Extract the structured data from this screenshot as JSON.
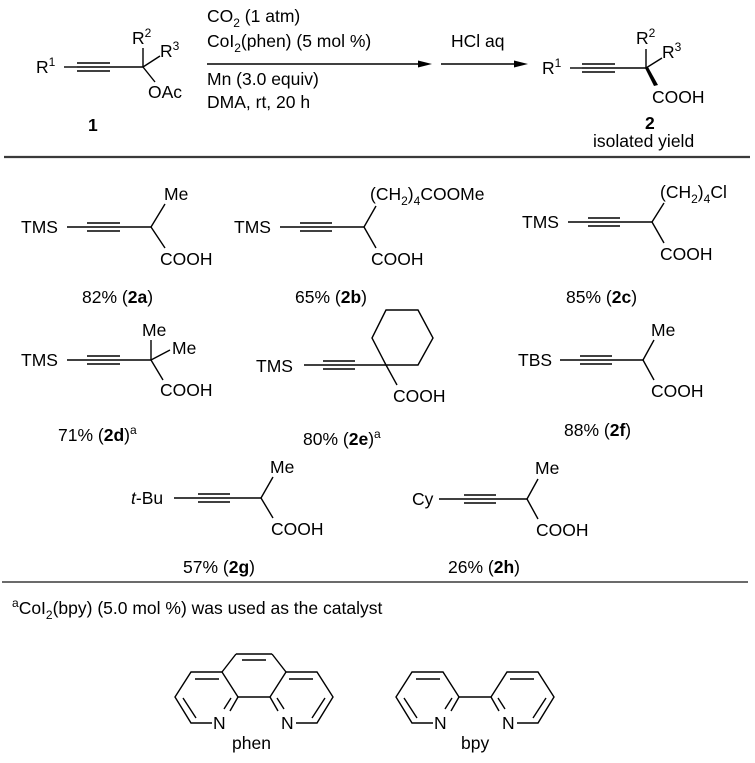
{
  "scheme": {
    "reactant": {
      "r1": "R",
      "r1_sup": "1",
      "r2": "R",
      "r2_sup": "2",
      "r3": "R",
      "r3_sup": "3",
      "leaving_group": "OAc",
      "label": "1"
    },
    "conditions_above": {
      "line1_a": "CO",
      "line1_sub": "2",
      "line1_b": " (1 atm)",
      "line2_a": "CoI",
      "line2_sub": "2",
      "line2_b": "(phen) (5 mol %)"
    },
    "conditions_below": {
      "line1": "Mn (3.0 equiv)",
      "line2": "DMA, rt, 20 h"
    },
    "second_step": "HCl aq",
    "product": {
      "r1": "R",
      "r1_sup": "1",
      "r2": "R",
      "r2_sup": "2",
      "r3": "R",
      "r3_sup": "3",
      "acid": "COOH",
      "label": "2",
      "note": "isolated yield"
    }
  },
  "products": [
    {
      "id": "2a",
      "left": "TMS",
      "sub_top": "Me",
      "acid": "COOH",
      "yield": "82%",
      "label": "2a",
      "footnote": ""
    },
    {
      "id": "2b",
      "left": "TMS",
      "sub_top_a": "(CH",
      "sub_top_sub1": "2",
      "sub_top_b": ")",
      "sub_top_sub2": "4",
      "sub_top_c": "COOMe",
      "acid": "COOH",
      "yield": "65%",
      "label": "2b",
      "footnote": ""
    },
    {
      "id": "2c",
      "left": "TMS",
      "sub_top_a": "(CH",
      "sub_top_sub1": "2",
      "sub_top_b": ")",
      "sub_top_sub2": "4",
      "sub_top_c": "Cl",
      "acid": "COOH",
      "yield": "85%",
      "label": "2c",
      "footnote": ""
    },
    {
      "id": "2d",
      "left": "TMS",
      "sub_top": "Me",
      "sub_right": "Me",
      "acid": "COOH",
      "yield": "71%",
      "label": "2d",
      "footnote": "a"
    },
    {
      "id": "2e",
      "left": "TMS",
      "ring": "cyclohexyl",
      "acid": "COOH",
      "yield": "80%",
      "label": "2e",
      "footnote": "a"
    },
    {
      "id": "2f",
      "left": "TBS",
      "sub_top": "Me",
      "acid": "COOH",
      "yield": "88%",
      "label": "2f",
      "footnote": ""
    },
    {
      "id": "2g",
      "left_italic": "t",
      "left": "-Bu",
      "sub_top": "Me",
      "acid": "COOH",
      "yield": "57%",
      "label": "2g",
      "footnote": ""
    },
    {
      "id": "2h",
      "left": "Cy",
      "sub_top": "Me",
      "acid": "COOH",
      "yield": "26%",
      "label": "2h",
      "footnote": ""
    }
  ],
  "footnote": {
    "marker": "a",
    "text_a": "CoI",
    "text_sub": "2",
    "text_b": "(bpy) (5.0 mol %) was used as the catalyst"
  },
  "ligands": [
    {
      "name": "phen",
      "atom": "N"
    },
    {
      "name": "bpy",
      "atom": "N"
    }
  ]
}
